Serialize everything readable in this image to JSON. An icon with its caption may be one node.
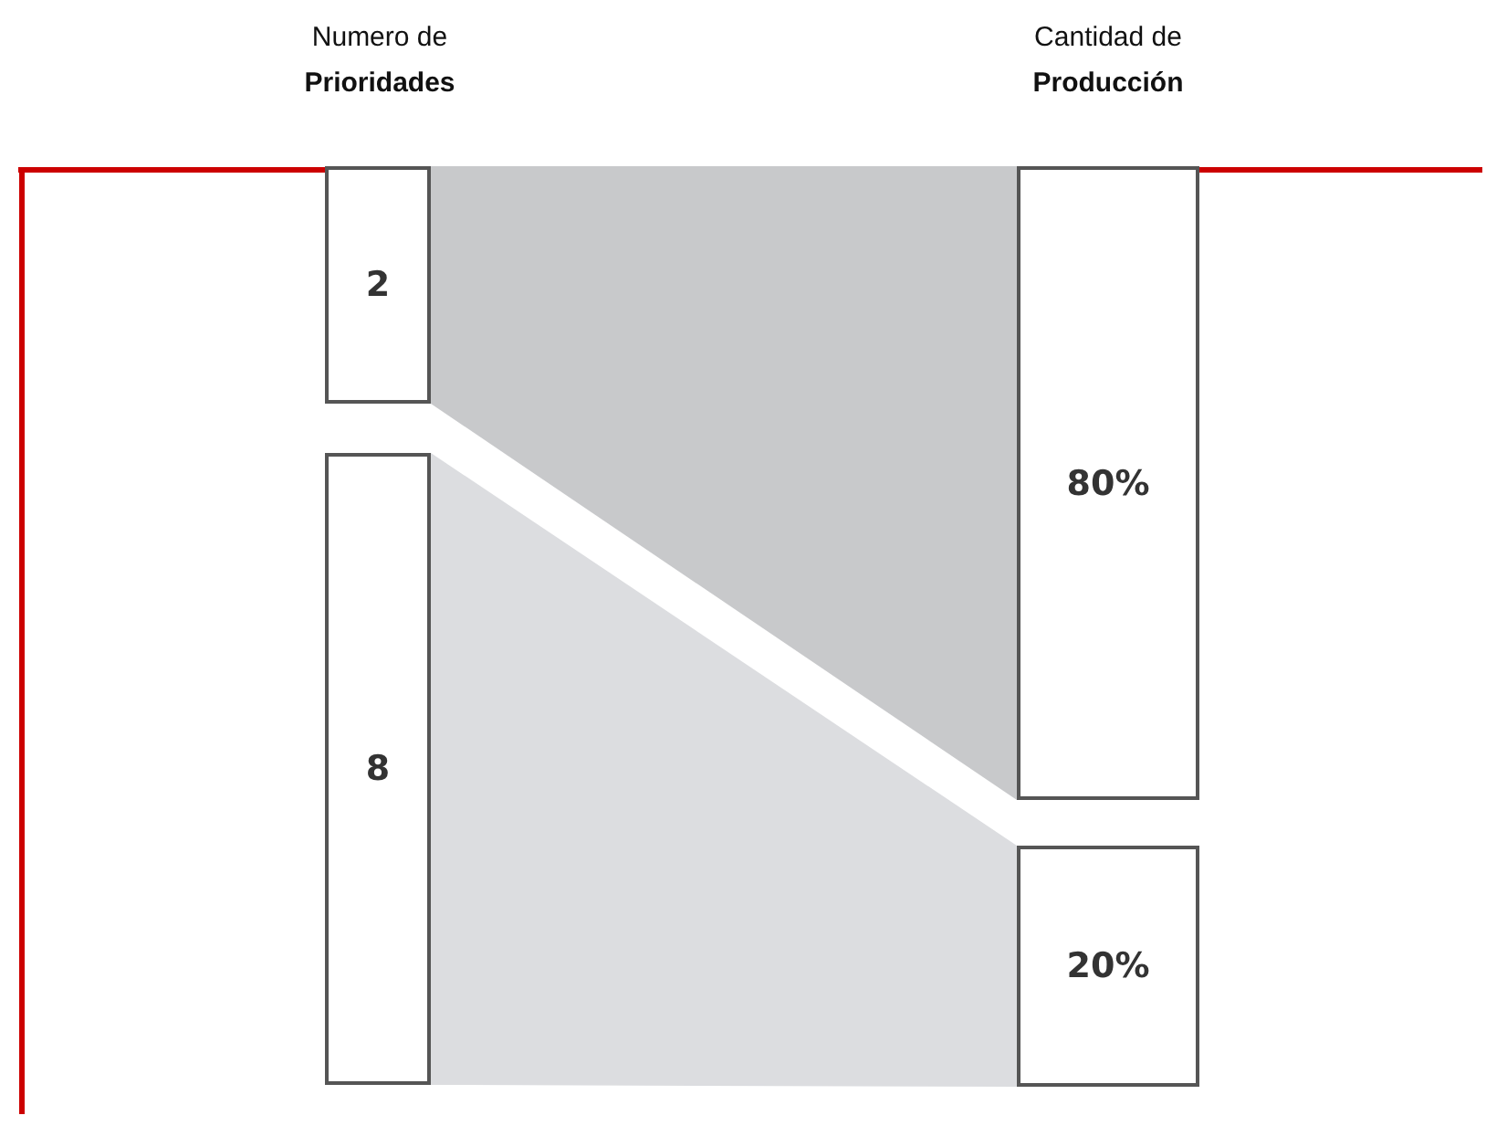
{
  "diagram": {
    "nodes": [
      {
        "text": [
          "2"
        ]
      },
      {
        "text": [
          "8"
        ]
      },
      {
        "text": [
          "80%"
        ]
      },
      {
        "text": [
          "20%"
        ]
      }
    ],
    "edges": [
      {
        "from": 0,
        "to": 2,
        "arrow": "none",
        "color": "#c8c9cb"
      },
      {
        "from": 1,
        "to": 3,
        "arrow": "none",
        "color": "#dcdde0"
      }
    ],
    "labels": [
      "Numero de **Prioridades**",
      "Cantidad de **Producción**"
    ]
  }
}
